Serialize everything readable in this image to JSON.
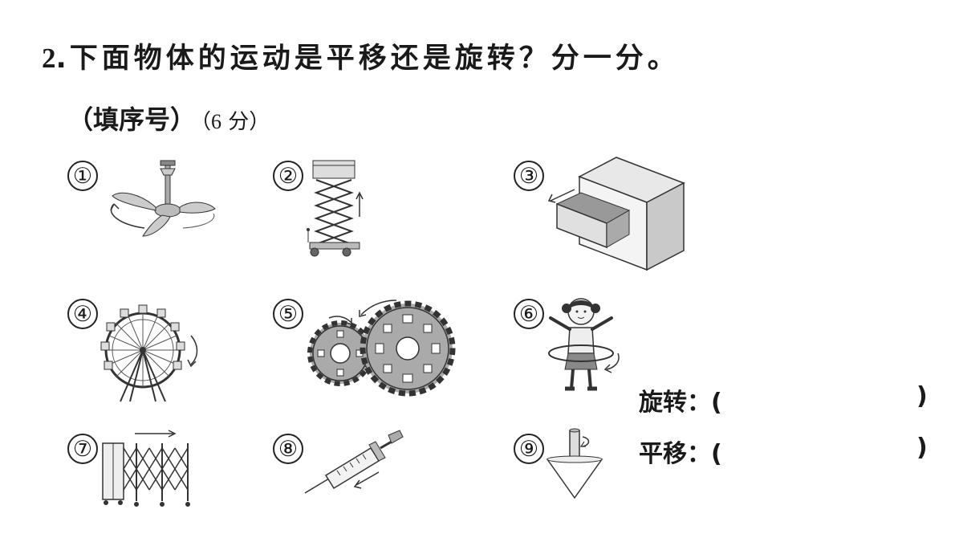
{
  "question": {
    "number": "2",
    "dot": ".",
    "text": "下面物体的运动是平移还是旋转？分一分。",
    "instruction": "（填序号）",
    "points_open": "（",
    "points_value": "6",
    "points_unit": " 分）"
  },
  "items": [
    {
      "label": "①",
      "icon": "ceiling-fan"
    },
    {
      "label": "②",
      "icon": "scissor-lift"
    },
    {
      "label": "③",
      "icon": "drawer-cabinet"
    },
    {
      "label": "④",
      "icon": "ferris-wheel"
    },
    {
      "label": "⑤",
      "icon": "gears"
    },
    {
      "label": "⑥",
      "icon": "girl-hula-hoop"
    },
    {
      "label": "⑦",
      "icon": "folding-gate"
    },
    {
      "label": "⑧",
      "icon": "syringe"
    },
    {
      "label": "⑨",
      "icon": "spinning-top"
    }
  ],
  "answers": {
    "rotation_label": "旋转：(",
    "rotation_close": ")",
    "translation_label": "平移：(",
    "translation_close": ")"
  }
}
